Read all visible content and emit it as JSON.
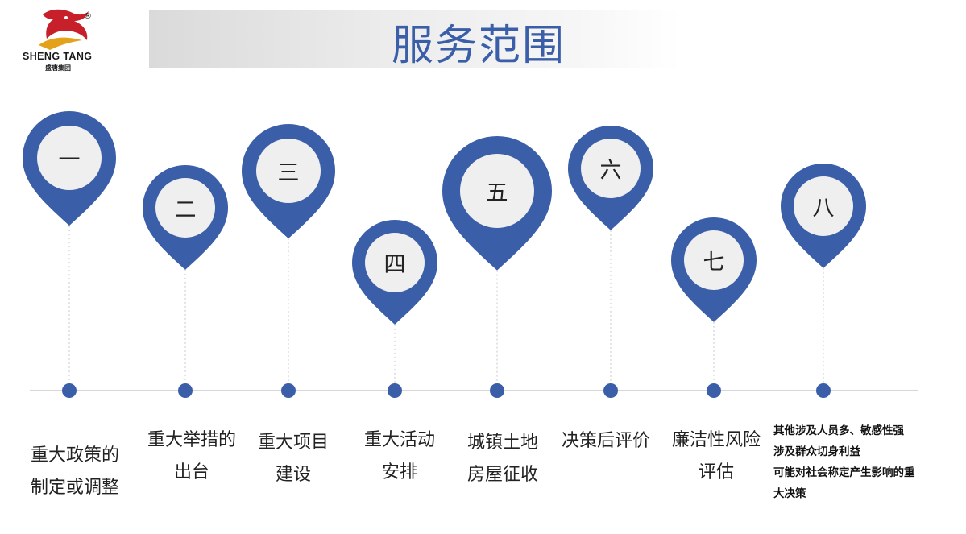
{
  "logo": {
    "brand": "SHENG TANG",
    "brand_cn": "盛唐集团",
    "registered": "®"
  },
  "title": "服务范围",
  "items": [
    {
      "numeral": "一",
      "lines": [
        "重大政策的",
        "制定或调整"
      ]
    },
    {
      "numeral": "二",
      "lines": [
        "重大举措的",
        "出台"
      ]
    },
    {
      "numeral": "三",
      "lines": [
        "重大项目",
        "建设"
      ]
    },
    {
      "numeral": "四",
      "lines": [
        "重大活动",
        "安排"
      ]
    },
    {
      "numeral": "五",
      "lines": [
        "城镇土地",
        "房屋征收"
      ]
    },
    {
      "numeral": "六",
      "lines": [
        "决策后评价"
      ]
    },
    {
      "numeral": "七",
      "lines": [
        "廉洁性风险",
        "评估"
      ]
    },
    {
      "numeral": "八",
      "lines": [
        "其他涉及人员多、敏感性强",
        "涉及群众切身利益",
        "可能对社会称定产生影响的重",
        "大决策"
      ]
    }
  ],
  "colors": {
    "pin": "#3a5ea8",
    "pin_inner": "#efefef",
    "line": "#c8c8c8",
    "title": "#3a5ea8",
    "logo_red": "#c8202a",
    "logo_gold": "#e3a21a"
  }
}
